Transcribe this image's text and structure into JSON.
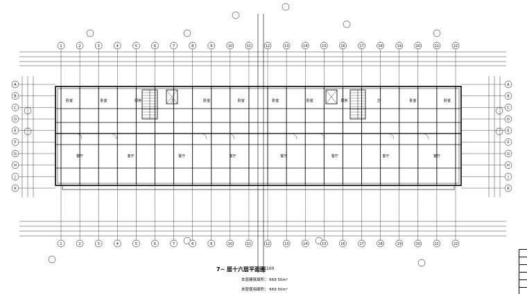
{
  "drawing": {
    "title": "7~  层十六层平面图",
    "scale": "1:100",
    "area_lines": [
      "本层建筑面积：   669 50m²",
      "本层使用面积：   669 50m²"
    ],
    "rooms_top": [
      "卧室",
      "卧室",
      "厨房",
      "卫",
      "卧室",
      "卧室",
      "卧室",
      "卧室",
      "厨房",
      "卫",
      "卧室",
      "卧室"
    ],
    "rooms_bottom": [
      "客厅",
      "客厅",
      "客厅",
      "客厅",
      "客厅",
      "客厅",
      "客厅",
      "客厅"
    ],
    "top_axis_labels": [
      "1",
      "2",
      "3",
      "4",
      "5",
      "6",
      "7",
      "8",
      "9",
      "10",
      "11",
      "12",
      "13",
      "14",
      "15",
      "16",
      "17",
      "18",
      "19",
      "20",
      "21",
      "22"
    ],
    "left_axis_labels": [
      "A",
      "B",
      "C",
      "D",
      "E",
      "F",
      "G",
      "H",
      "J",
      "K"
    ],
    "line_color": "#000000"
  }
}
